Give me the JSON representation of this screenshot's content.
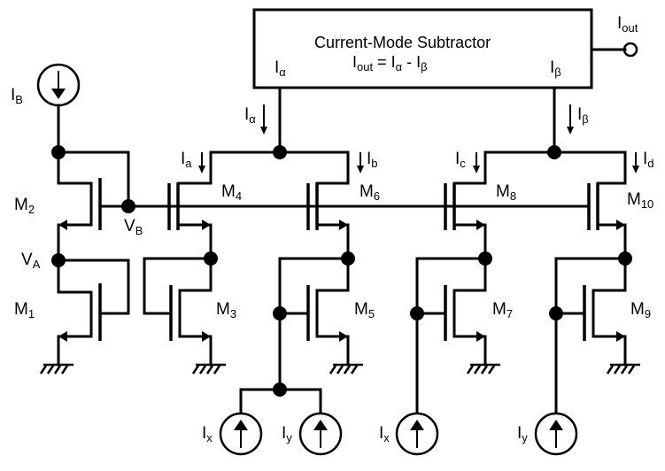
{
  "subtractor": {
    "title": "Current-Mode Subtractor",
    "eq_main": "I",
    "eq_main_sub": "out",
    "eq_rest": " = I",
    "eq_a": "α",
    "eq_minus": " - I",
    "eq_b": "β"
  },
  "labels": {
    "I": "I",
    "V": "V",
    "M": "M",
    "out": "out",
    "alpha": "α",
    "beta": "β",
    "B": "B",
    "A": "A",
    "a": "a",
    "b": "b",
    "c": "c",
    "d": "d",
    "x": "x",
    "y": "y",
    "m1": "1",
    "m2": "2",
    "m3": "3",
    "m4": "4",
    "m5": "5",
    "m6": "6",
    "m7": "7",
    "m8": "8",
    "m9": "9",
    "m10": "10"
  }
}
